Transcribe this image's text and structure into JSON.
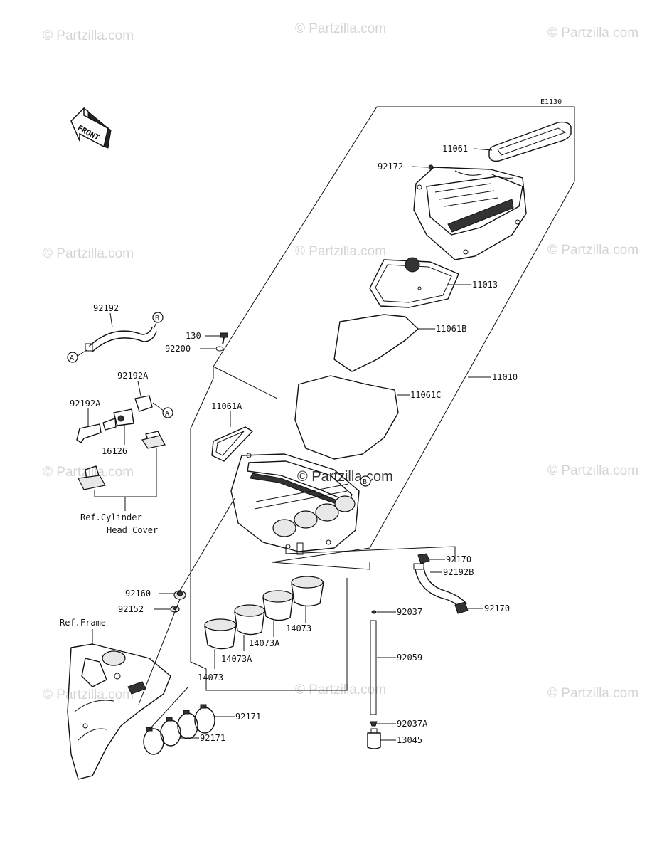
{
  "diagram": {
    "code": "E1130",
    "front_label": "FRONT",
    "watermark": "© Partzilla.com",
    "parts": {
      "p11061": "11061",
      "p92172": "92172",
      "p11013": "11013",
      "p11061B": "11061B",
      "p11010": "11010",
      "p11061C": "11061C",
      "p11061A": "11061A",
      "p92192": "92192",
      "p130": "130",
      "p92200": "92200",
      "p92192A_top": "92192A",
      "p92192A_left": "92192A",
      "p16126": "16126",
      "p92170_a": "92170",
      "p92192B": "92192B",
      "p92170_b": "92170",
      "p92037": "92037",
      "p92059": "92059",
      "p92037A": "92037A",
      "p13045": "13045",
      "p92160": "92160",
      "p92152": "92152",
      "p14073_a": "14073",
      "p14073A_a": "14073A",
      "p14073A_b": "14073A",
      "p14073_b": "14073",
      "p92171_a": "92171",
      "p92171_b": "92171"
    },
    "refs": {
      "cyl_head_1": "Ref.Cylinder",
      "cyl_head_2": "Head Cover",
      "frame": "Ref.Frame"
    },
    "markers": {
      "A": "A",
      "B": "B"
    }
  }
}
